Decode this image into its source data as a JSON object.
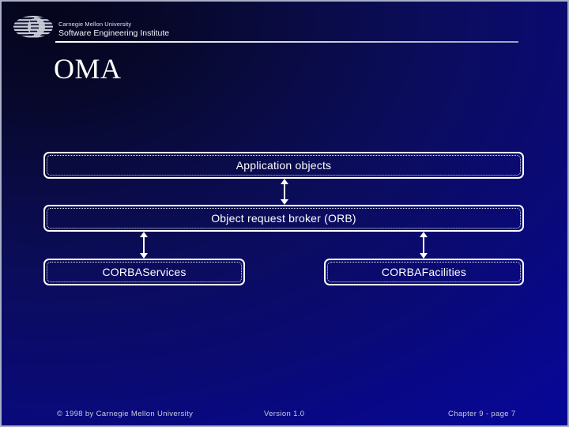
{
  "slide": {
    "title": "OMA",
    "header": {
      "logo_icon": "sei-striped-ellipse-logo",
      "org_line1": "Carnegie Mellon University",
      "org_line2": "Software Engineering Institute"
    },
    "footer": {
      "copyright": "© 1998 by Carnegie Mellon University",
      "version": "Version 1.0",
      "page": "Chapter  9  - page 7"
    },
    "colors": {
      "background_dark": "#05051c",
      "background_bright": "#070796",
      "box_border": "#ffffff",
      "text": "#ffffff",
      "footer_text": "#c8ccdd",
      "slide_frame": "#a9afc4"
    }
  },
  "diagram": {
    "type": "layered-block-diagram",
    "boxes": [
      {
        "id": "application-objects",
        "label": "Application objects"
      },
      {
        "id": "object-request-broker",
        "label": "Object request broker (ORB)"
      },
      {
        "id": "corba-services",
        "label": "CORBAServices"
      },
      {
        "id": "corba-facilities",
        "label": "CORBAFacilities"
      }
    ],
    "connectors": [
      {
        "from": "object-request-broker",
        "to": "application-objects",
        "style": "double-headed-arrow"
      },
      {
        "from": "object-request-broker",
        "to": "corba-services",
        "style": "double-headed-arrow"
      },
      {
        "from": "object-request-broker",
        "to": "corba-facilities",
        "style": "double-headed-arrow"
      }
    ]
  }
}
